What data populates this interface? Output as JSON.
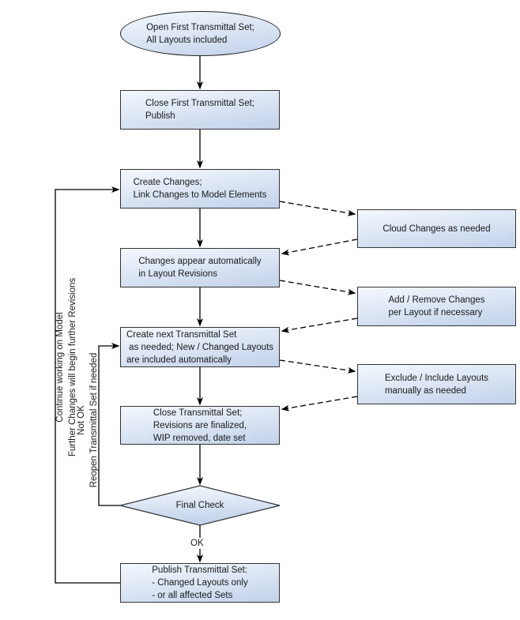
{
  "diagram_type": "flowchart",
  "nodes": {
    "start": "Open First Transmittal Set;\nAll Layouts included",
    "close_first": "Close First Transmittal Set;\nPublish",
    "create_changes": "Create Changes;\nLink Changes to Model Elements",
    "changes_appear": "Changes appear automatically\nin Layout Revisions",
    "create_next": "Create next Transmittal Set\n as needed; New / Changed Layouts\nare included automatically",
    "close_set": "Close Transmittal Set;\nRevisions are finalized,\nWIP removed, date set",
    "final_check": "Final Check",
    "publish": "Publish Transmittal Set:\n- Changed Layouts only\n- or all affected Sets",
    "cloud_changes": "Cloud Changes as needed",
    "add_remove": "Add / Remove Changes\nper Layout if necessary",
    "exclude_include": "Exclude / Include Layouts\nmanually as needed"
  },
  "edge_labels": {
    "ok": "OK",
    "outer_loop": "Continue working on Model\nFurther Changes will begin further Revisions",
    "inner_loop": "Not OK\nReopen Transmittal Set if needed"
  },
  "colors": {
    "node_fill_light": "#f4f8fd",
    "node_fill_dark": "#c2d1ea",
    "node_border": "#333333",
    "connector": "#000000",
    "text": "#1a1a1a",
    "background": "#ffffff"
  }
}
